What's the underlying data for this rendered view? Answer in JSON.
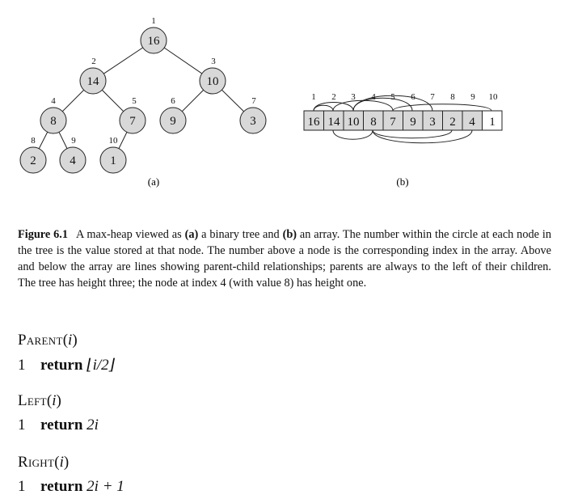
{
  "figure": {
    "heap_values": [
      16,
      14,
      10,
      8,
      7,
      9,
      3,
      2,
      4,
      1
    ],
    "indices": [
      "1",
      "2",
      "3",
      "4",
      "5",
      "6",
      "7",
      "8",
      "9",
      "10"
    ],
    "label_a": "(a)",
    "label_b": "(b)"
  },
  "caption": {
    "label": "Figure 6.1",
    "t1": "A max-heap viewed as ",
    "a": "(a)",
    "t2": " a binary tree and ",
    "b": "(b)",
    "t3": " an array. The number within the circle at each node in the tree is the value stored at that node. The number above a node is the corresponding index in the array. Above and below the array are lines showing parent-child relationships; parents are always to the left of their children. The tree has height three; the node at index 4 (with value 8) has height one."
  },
  "procedures": [
    {
      "name": "Parent",
      "arg": "i",
      "line_no": "1",
      "keyword": "return",
      "expr": "⌊i/2⌋"
    },
    {
      "name": "Left",
      "arg": "i",
      "line_no": "1",
      "keyword": "return",
      "expr": "2i"
    },
    {
      "name": "Right",
      "arg": "i",
      "line_no": "1",
      "keyword": "return",
      "expr": "2i + 1"
    }
  ]
}
